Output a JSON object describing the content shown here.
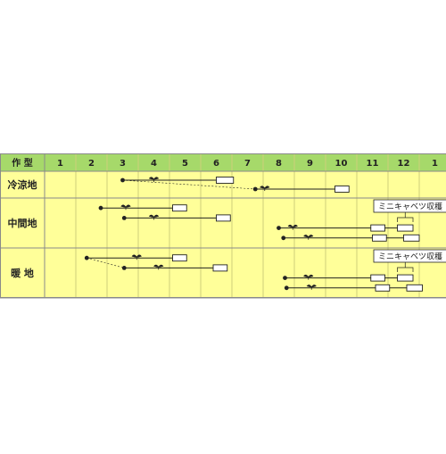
{
  "header": {
    "corner_label": "作 型",
    "months": [
      "1",
      "2",
      "3",
      "4",
      "5",
      "6",
      "7",
      "8",
      "9",
      "10",
      "11",
      "12",
      "1"
    ]
  },
  "rows": [
    {
      "label": "冷涼地",
      "lanes": [
        {
          "sow": 3.0,
          "germ": 4.0,
          "plant": [
            6.0,
            6.55
          ]
        },
        {
          "sow": 7.25,
          "germ": 7.55,
          "plant": [
            9.8,
            10.25
          ]
        }
      ],
      "dashed_links": [
        [
          3,
          7.25
        ]
      ]
    },
    {
      "label": "中間地",
      "lanes": [
        {
          "sow": 2.3,
          "germ": 3.1,
          "plant": [
            4.6,
            5.05
          ]
        },
        {
          "sow": 3.05,
          "germ": 4.0,
          "plant": [
            6.0,
            6.45
          ]
        },
        {
          "sow": 8.0,
          "germ": 8.45,
          "plant": [
            10.95,
            11.4
          ],
          "harvest": [
            11.8,
            12.3
          ]
        },
        {
          "sow": 8.15,
          "germ": 8.95,
          "plant": [
            11.0,
            11.45
          ],
          "harvest": [
            12.0,
            12.5
          ]
        }
      ],
      "dashed_links": [],
      "note": "ミニキャベツ収穫"
    },
    {
      "label": "暖 地",
      "lanes": [
        {
          "sow": 1.85,
          "germ": 3.45,
          "plant": [
            4.6,
            5.05
          ]
        },
        {
          "sow": 3.05,
          "germ": 4.15,
          "plant": [
            5.9,
            6.35
          ]
        },
        {
          "sow": 8.2,
          "germ": 8.95,
          "plant": [
            10.95,
            11.4
          ],
          "harvest": [
            11.8,
            12.3
          ]
        },
        {
          "sow": 8.25,
          "germ": 9.05,
          "plant": [
            11.1,
            11.55
          ],
          "harvest": [
            12.1,
            12.6
          ]
        }
      ],
      "dashed_links": [
        [
          1.85,
          3.05
        ]
      ],
      "note": "ミニキャベツ収穫"
    }
  ],
  "colors": {
    "header_bg": "#a6d96a",
    "cell_bg": "#ffff99",
    "grid_line": "#cfcf7a",
    "border": "#8a8a8a",
    "line": "#222222"
  }
}
